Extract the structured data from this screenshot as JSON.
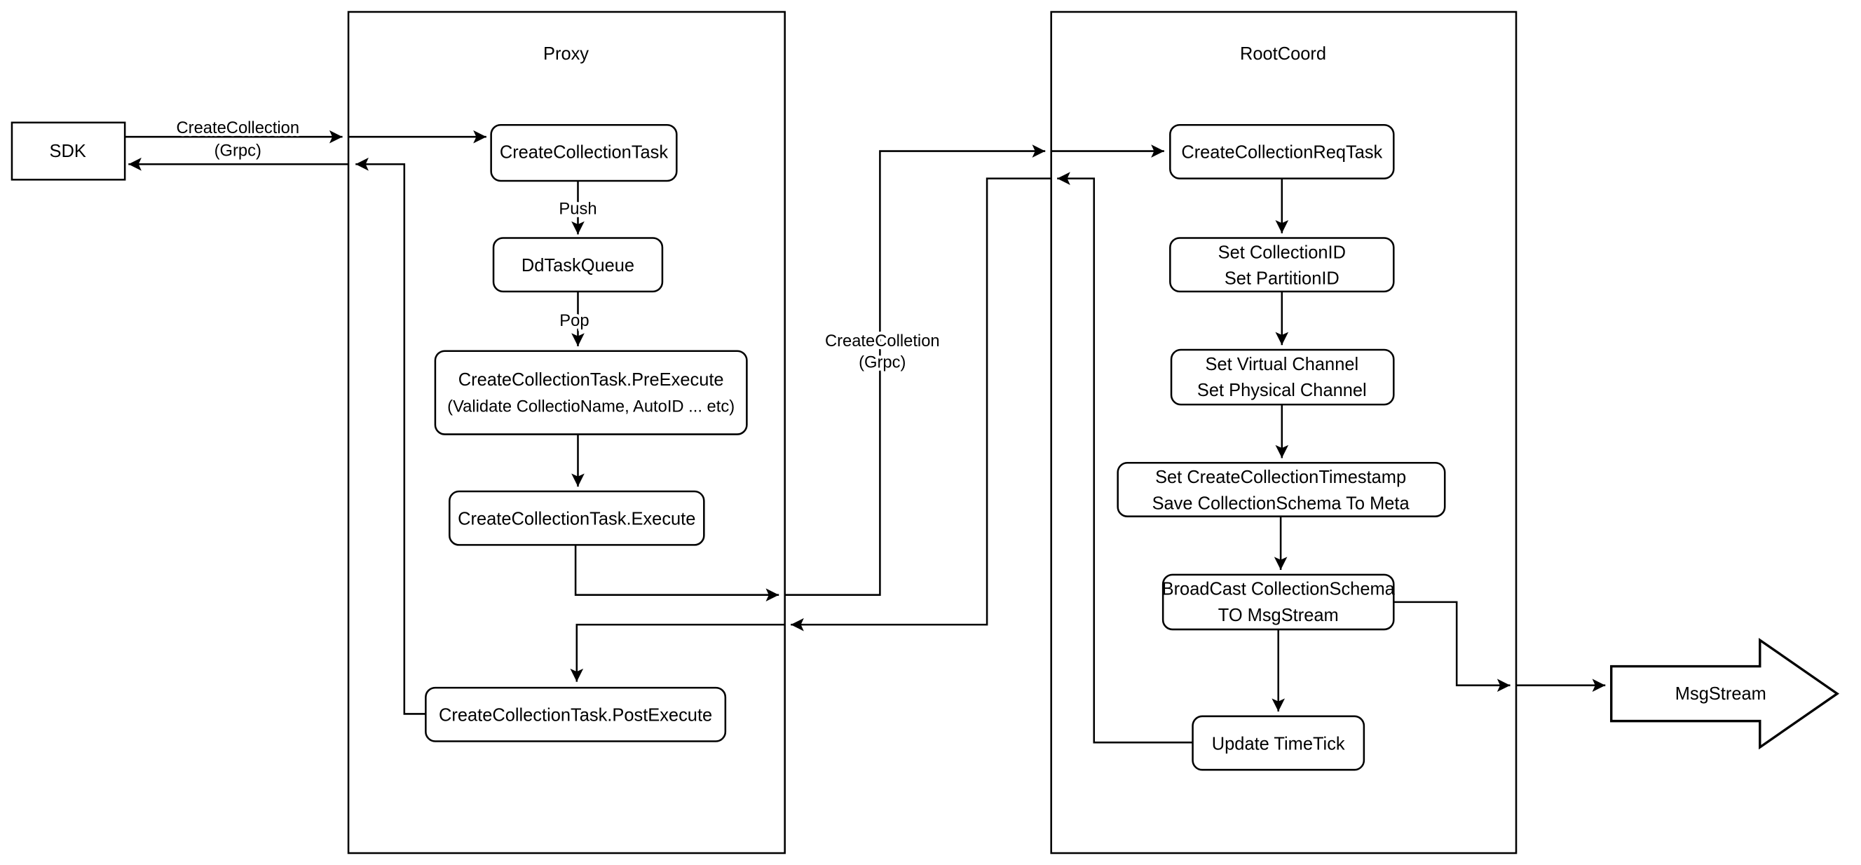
{
  "diagram": {
    "sdk": {
      "label": "SDK"
    },
    "proxy": {
      "title": "Proxy",
      "nodes": {
        "create_collection_task": {
          "label": "CreateCollectionTask"
        },
        "dd_task_queue": {
          "label": "DdTaskQueue"
        },
        "pre_execute": {
          "line1": "CreateCollectionTask.PreExecute",
          "line2": "(Validate CollectioName, AutoID ... etc)"
        },
        "execute": {
          "label": "CreateCollectionTask.Execute"
        },
        "post_execute": {
          "label": "CreateCollectionTask.PostExecute"
        }
      }
    },
    "rootcoord": {
      "title": "RootCoord",
      "nodes": {
        "create_collection_req_task": {
          "label": "CreateCollectionReqTask"
        },
        "set_ids": {
          "line1": "Set CollectionID",
          "line2": "Set PartitionID"
        },
        "set_channels": {
          "line1": "Set Virtual Channel",
          "line2": "Set Physical Channel"
        },
        "set_timestamp": {
          "line1": "Set CreateCollectionTimestamp",
          "line2": "Save CollectionSchema To Meta"
        },
        "broadcast": {
          "line1": "BroadCast CollectionSchema",
          "line2": "TO MsgStream"
        },
        "update_timetick": {
          "label": "Update TimeTick"
        }
      }
    },
    "msgstream": {
      "label": "MsgStream"
    },
    "edge_labels": {
      "sdk_call": {
        "line1": "CreateCollection",
        "line2": "(Grpc)"
      },
      "push": "Push",
      "pop": "Pop",
      "proxy_call": {
        "line1": "CreateColletion",
        "line2": "(Grpc)"
      }
    },
    "colors": {
      "stroke": "#000000",
      "node_fill": "#ffffff",
      "background": "#ffffff"
    }
  }
}
